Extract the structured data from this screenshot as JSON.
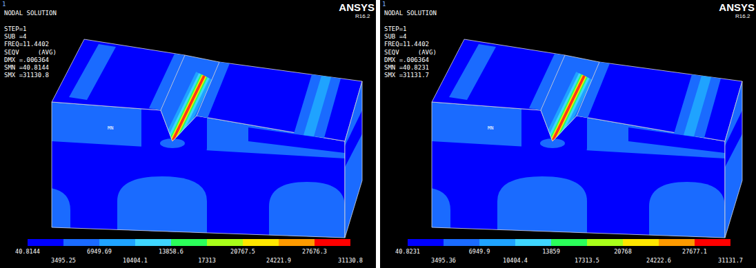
{
  "diagram": {
    "labels": [
      "1",
      "NODAL SOLUTION",
      "STEP=1",
      "SUB =4",
      "FREQ=11.4402",
      "SEQV     (AVG)",
      "DMX =.006364",
      "SMN =40.8144",
      "SMX =31130.8",
      "ANSYS",
      "R16.2",
      "MN",
      "40.8144",
      "3495.25",
      "6949.69",
      "10404.1",
      "13858.6",
      "17313",
      "20767.5",
      "24221.9",
      "27676.3",
      "31130.8",
      "1",
      "NODAL SOLUTION",
      "STEP=1",
      "SUB =4",
      "FREQ=11.4402",
      "SEQV     (AVG)",
      "DMX =.006364",
      "SMN =40.8231",
      "SMX =31131.7",
      "ANSYS",
      "R16.2",
      "MN",
      "40.8231",
      "3495.36",
      "6949.9",
      "10404.4",
      "13859",
      "17313.5",
      "20768",
      "24222.6",
      "27677.1",
      "31131.7"
    ]
  }
}
